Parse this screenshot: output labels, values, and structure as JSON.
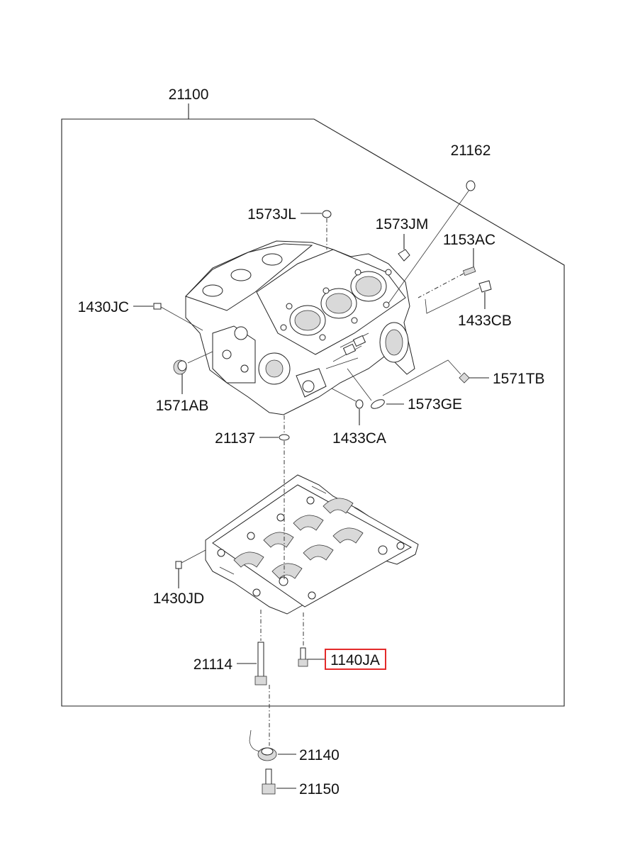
{
  "parts": {
    "assembly": "21100",
    "p21162": "21162",
    "p1573JL": "1573JL",
    "p1573JM": "1573JM",
    "p1153AC": "1153AC",
    "p1430JC": "1430JC",
    "p1433CB": "1433CB",
    "p1571TB": "1571TB",
    "p1571AB": "1571AB",
    "p1573GE": "1573GE",
    "p21137": "21137",
    "p1433CA": "1433CA",
    "p1430JD": "1430JD",
    "p21114": "21114",
    "p1140JA": "1140JA",
    "p21140": "21140",
    "p21150": "21150"
  },
  "highlight": {
    "part": "1140JA",
    "color": "#e32b2b"
  }
}
